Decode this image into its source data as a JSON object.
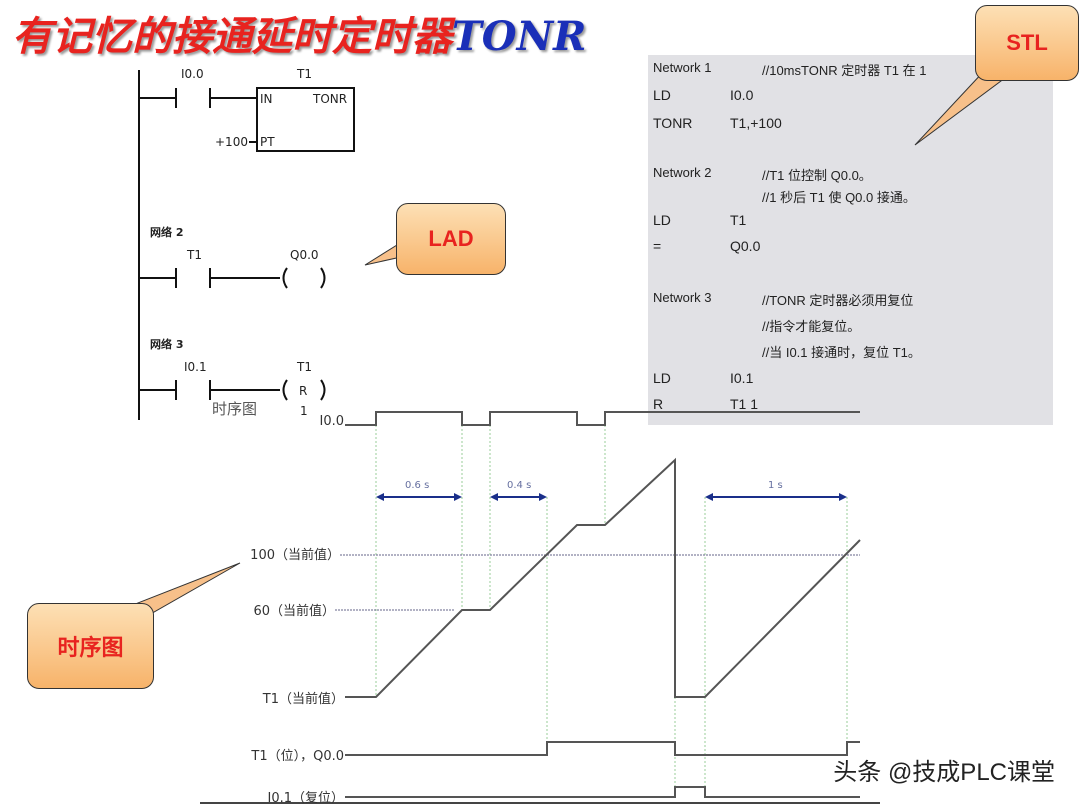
{
  "title": {
    "cn": "有记忆的接通延时定时器",
    "en": "TONR",
    "cn_color": "#e8231f",
    "en_color": "#1a2fb8"
  },
  "callouts": {
    "stl": "STL",
    "lad": "LAD",
    "timing": "时序图"
  },
  "lad": {
    "n1": {
      "contact": "I0.0",
      "box_name": "T1",
      "box_in": "IN",
      "box_type": "TONR",
      "box_pt": "PT",
      "preset": "+100"
    },
    "n2": {
      "header": "网络 2",
      "contact": "T1",
      "coil": "Q0.0"
    },
    "n3": {
      "header": "网络 3",
      "contact": "I0.1",
      "coil_name": "T1",
      "coil": "R",
      "count": "1"
    },
    "overlay": "时序图"
  },
  "stl": [
    {
      "a": "Network 1",
      "b": "//10msTONR 定时器 T1 在 1"
    },
    {
      "a": "LD",
      "b": "I0.0"
    },
    {
      "a": "TONR",
      "b": "T1,+100"
    },
    {
      "a": "Network 2",
      "b": "//T1 位控制 Q0.0。"
    },
    {
      "a": "",
      "b": "//1 秒后 T1 使 Q0.0 接通。"
    },
    {
      "a": "LD",
      "b": "T1"
    },
    {
      "a": "=",
      "b": "Q0.0"
    },
    {
      "a": "Network 3",
      "b": "//TONR 定时器必须用复位"
    },
    {
      "a": "",
      "b": "//指令才能复位。"
    },
    {
      "a": "",
      "b": "//当 I0.1 接通时，复位 T1。"
    },
    {
      "a": "LD",
      "b": "I0.1"
    },
    {
      "a": "R",
      "b": "T1 1"
    }
  ],
  "timing": {
    "signals": {
      "i00": "I0.0",
      "v100": "100（当前值）",
      "v60": "60（当前值）",
      "t1": "T1（当前值）",
      "t1bit": "T1（位），Q0.0",
      "i01": "I0.1（复位）"
    },
    "intervals": [
      "0.6 s",
      "0.4 s",
      "1 s"
    ]
  },
  "watermark": "头条 @技成PLC课堂"
}
